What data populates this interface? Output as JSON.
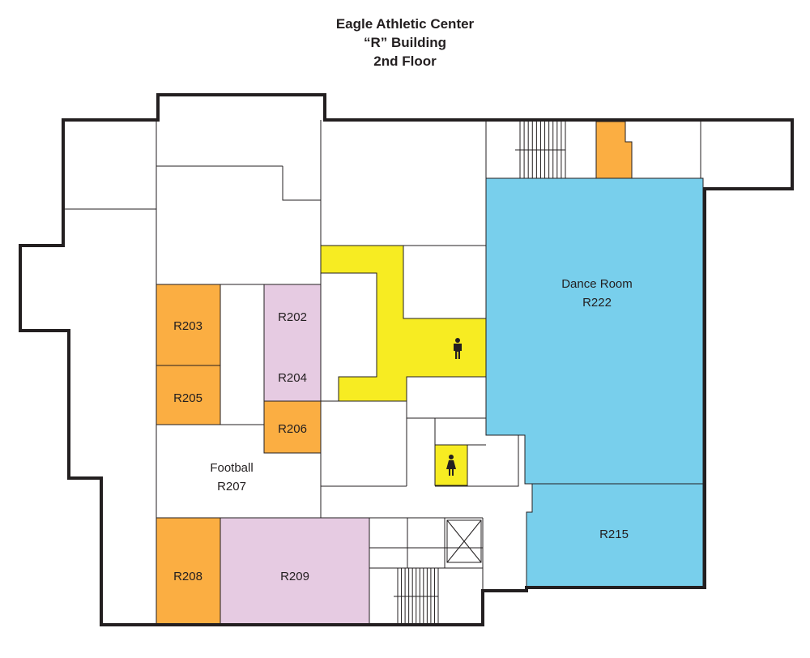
{
  "title": {
    "line1": "Eagle Athletic Center",
    "line2": "“R” Building",
    "line3": "2nd Floor"
  },
  "colors": {
    "office_orange": "#fbae42",
    "classroom_pink": "#e6cbe2",
    "restroom_yellow": "#f7ec22",
    "athletic_blue": "#78cfec",
    "wall": "#231f20"
  },
  "rooms": {
    "r203": {
      "label": "R203"
    },
    "r205": {
      "label": "R205"
    },
    "r202": {
      "label": "R202"
    },
    "r204": {
      "label": "R204"
    },
    "r206": {
      "label": "R206"
    },
    "r207": {
      "label": "Football",
      "number": "R207"
    },
    "r208": {
      "label": "R208"
    },
    "r209": {
      "label": "R209"
    },
    "r222": {
      "label": "Dance Room",
      "number": "R222"
    },
    "r215": {
      "label": "R215"
    }
  },
  "icons": {
    "mens_restroom": "man-icon",
    "womens_restroom": "woman-icon",
    "stairs": "stairs-icon",
    "elevator": "elevator-icon"
  }
}
